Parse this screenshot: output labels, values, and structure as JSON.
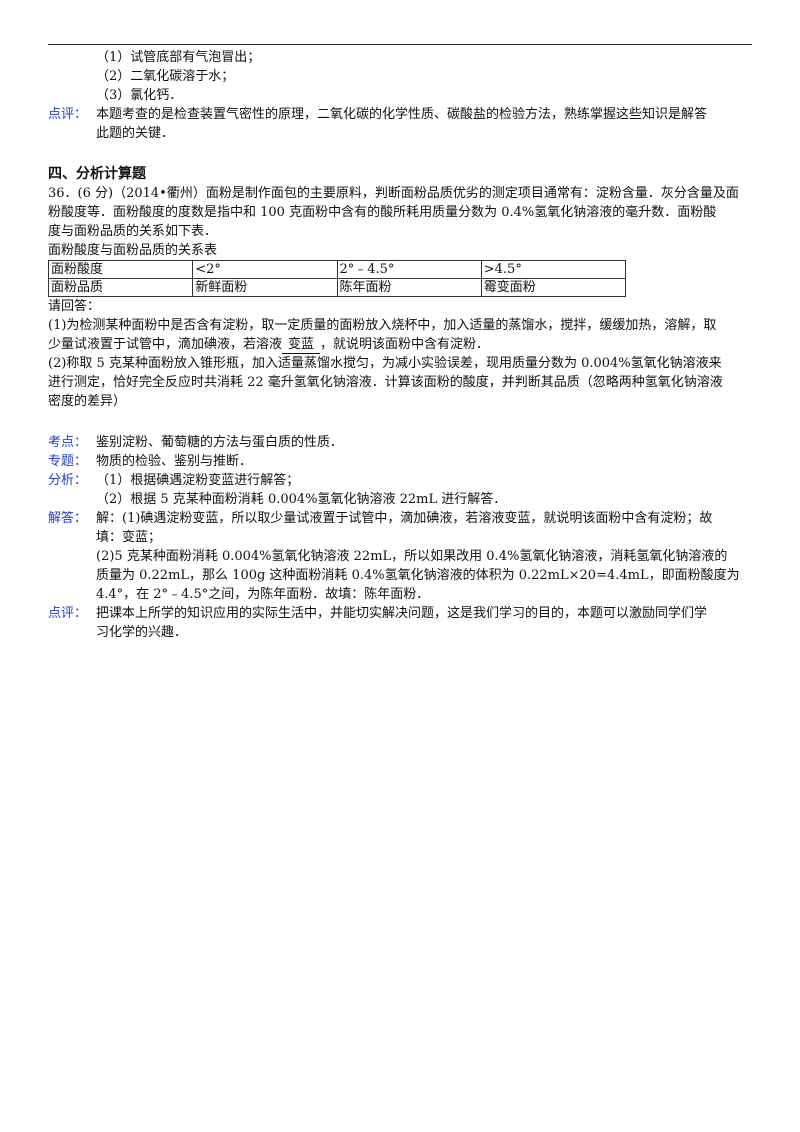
{
  "prev": {
    "lines": [
      "（1）试管底部有气泡冒出；",
      "（2）二氧化碳溶于水；",
      "（3）氯化钙．"
    ],
    "comment_label": "点评：",
    "comment_lines": [
      "本题考查的是检查装置气密性的原理，二氧化碳的化学性质、碳酸盐的检验方法，熟练掌握这些知识是解答",
      "此题的关键．"
    ]
  },
  "section_title": "四、分析计算题",
  "question": {
    "lines": [
      "36．(6 分)（2014•衢州）面粉是制作面包的主要原料，判断面粉品质优劣的测定项目通常有：淀粉含量．灰分含量及面",
      "粉酸度等．面粉酸度的度数是指中和 100 克面粉中含有的酸所耗用质量分数为 0.4%氢氧化钠溶液的毫升数．面粉酸",
      "度与面粉品质的关系如下表．"
    ],
    "table_caption": "面粉酸度与面粉品质的关系表",
    "table": [
      [
        "面粉酸度",
        "<2°",
        "2°﹣4.5°",
        ">4.5°"
      ],
      [
        "面粉品质",
        "新鲜面粉",
        "陈年面粉",
        "霉变面粉"
      ]
    ],
    "ask": "请回答：",
    "q1_before": "(1)为检测某种面粉中是否含有淀粉，取一定质量的面粉放入烧杯中，加入适量的蒸馏水，搅拌，缓缓加热，溶解，取",
    "q1_line2_pre": "少量试液置于试管中，滴加碘液，若溶液",
    "q1_answer": "变蓝",
    "q1_line2_post": "，就说明该面粉中含有淀粉．",
    "q2_lines": [
      "(2)称取 5 克某种面粉放入锥形瓶，加入适量蒸馏水搅匀，为减小实验误差，现用质量分数为 0.004%氢氧化钠溶液来",
      "进行测定，恰好完全反应时共消耗 22 毫升氢氧化钠溶液．计算该面粉的酸度，并判断其品质（忽略两种氢氧化钠溶液",
      "密度的差异）"
    ]
  },
  "analysis": [
    {
      "label": "考点：",
      "lines": [
        "鉴别淀粉、葡萄糖的方法与蛋白质的性质．"
      ]
    },
    {
      "label": "专题：",
      "lines": [
        "物质的检验、鉴别与推断．"
      ]
    },
    {
      "label": "分析：",
      "lines": [
        "（1）根据碘遇淀粉变蓝进行解答；",
        "（2）根据 5 克某种面粉消耗 0.004%氢氧化钠溶液 22mL 进行解答．"
      ]
    },
    {
      "label": "解答：",
      "lines": [
        "解：(1)碘遇淀粉变蓝，所以取少量试液置于试管中，滴加碘液，若溶液变蓝，就说明该面粉中含有淀粉；故",
        "填：变蓝；",
        "(2)5 克某种面粉消耗 0.004%氢氧化钠溶液 22mL，所以如果改用 0.4%氢氧化钠溶液，消耗氢氧化钠溶液的",
        "质量为 0.22mL，那么 100g 这种面粉消耗 0.4%氢氧化钠溶液的体积为 0.22mL×20=4.4mL，即面粉酸度为",
        "4.4°，在 2°﹣4.5°之间，为陈年面粉．故填：陈年面粉．"
      ]
    },
    {
      "label": "点评：",
      "lines": [
        "把课本上所学的知识应用的实际生活中，并能切实解决问题，这是我们学习的目的，本题可以激励同学们学",
        "习化学的兴趣．"
      ]
    }
  ],
  "colors": {
    "label_blue": "#1f3fd0",
    "text": "#111111"
  }
}
